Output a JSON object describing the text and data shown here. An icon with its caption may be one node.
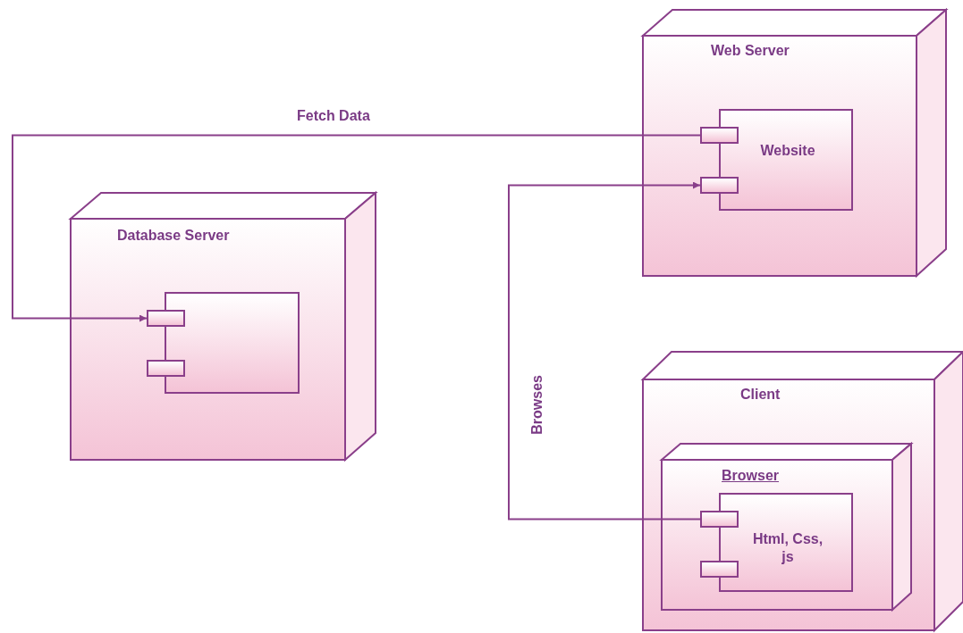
{
  "diagram": {
    "nodes": [
      {
        "text": [
          "Web Server"
        ]
      },
      {
        "text": [
          "Website"
        ],
        "in": 0
      },
      {
        "text": [],
        "shape": "box",
        "in": 0
      },
      {
        "text": [],
        "shape": "box",
        "in": 0
      },
      {
        "text": [
          "Database Server"
        ]
      },
      {
        "text": [],
        "shape": "box",
        "in": 4
      },
      {
        "text": [],
        "shape": "box",
        "in": 4
      },
      {
        "text": [],
        "shape": "box",
        "in": 4
      },
      {
        "text": [
          "Client"
        ]
      },
      {
        "text": [
          "Browser"
        ],
        "in": 8
      },
      {
        "text": [
          "Html, Css, js"
        ],
        "in": 9
      },
      {
        "text": [],
        "shape": "box",
        "in": 9
      },
      {
        "text": [],
        "shape": "box",
        "in": 9
      }
    ],
    "edges": [
      {
        "from": 2,
        "to": 6,
        "arrow": "to",
        "label": "Fetch Data"
      },
      {
        "from": 11,
        "to": 3,
        "arrow": "to",
        "label": "Browses"
      }
    ]
  }
}
